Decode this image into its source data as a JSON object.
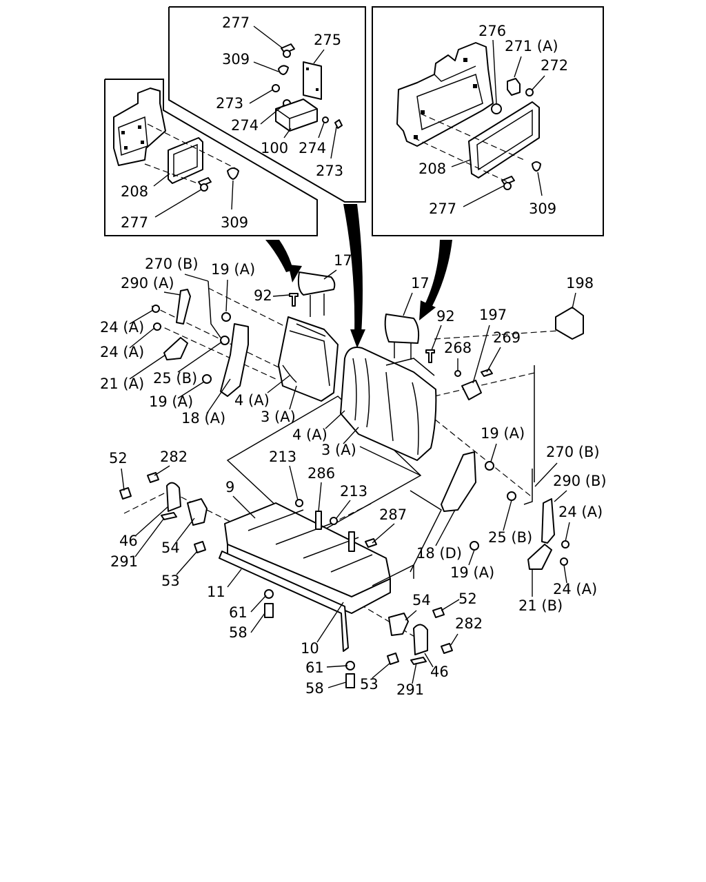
{
  "labels": {
    "i1": {
      "l208": "208",
      "l277": "277",
      "l309": "309"
    },
    "i2": {
      "l277": "277",
      "l275": "275",
      "l309": "309",
      "l273a": "273",
      "l274a": "274",
      "l100": "100",
      "l274b": "274",
      "l273b": "273"
    },
    "i3": {
      "l276": "276",
      "l271a": "271 (A)",
      "l272": "272",
      "l208": "208",
      "l277": "277",
      "l309": "309"
    },
    "main": {
      "l17a": "17",
      "l17b": "17",
      "l92a": "92",
      "l92b": "92",
      "l270bL": "270 (B)",
      "l290aL": "290 (A)",
      "l19aT": "19 (A)",
      "l24a1": "24 (A)",
      "l24a2": "24 (A)",
      "l21a": "21 (A)",
      "l25bL": "25 (B)",
      "l19aL": "19 (A)",
      "l18a": "18 (A)",
      "l4aL": "4 (A)",
      "l3aL": "3 (A)",
      "l4aC": "4 (A)",
      "l3aC": "3 (A)",
      "l198": "198",
      "l197": "197",
      "l268": "268",
      "l269": "269",
      "l19aR": "19 (A)",
      "l270bR": "270 (B)",
      "l290bR": "290 (B)",
      "l24aR1": "24 (A)",
      "l24aR2": "24 (A)",
      "l21b": "21 (B)",
      "l25bR": "25 (B)",
      "l18d": "18 (D)",
      "l19aR2": "19 (A)",
      "l52L": "52",
      "l282L": "282",
      "l46L": "46",
      "l291L": "291",
      "l54L": "54",
      "l53L": "53",
      "l9": "9",
      "l11": "11",
      "l61L": "61",
      "l58L": "58",
      "l10": "10",
      "l213a": "213",
      "l286": "286",
      "l213b": "213",
      "l287": "287",
      "l54R": "54",
      "l52R": "52",
      "l282R": "282",
      "l46R": "46",
      "l291R": "291",
      "l61C": "61",
      "l58C": "58",
      "l53C": "53"
    }
  }
}
